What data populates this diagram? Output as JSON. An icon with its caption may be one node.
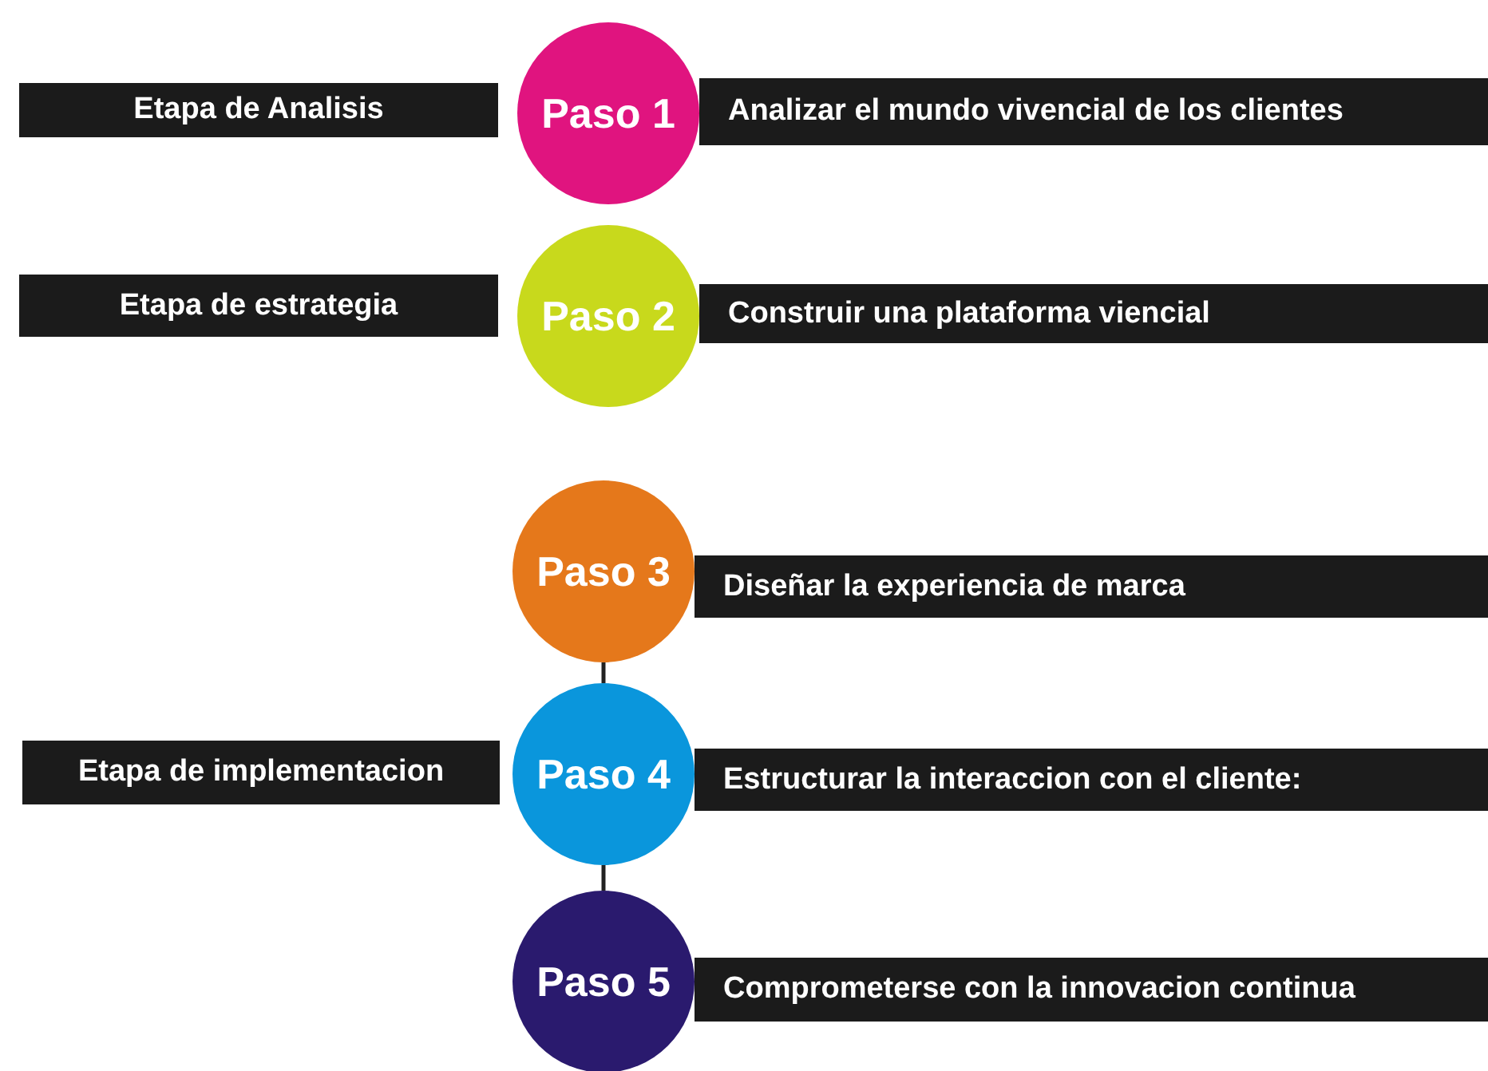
{
  "diagram": {
    "nodes": [
      {
        "text": [
          "Etapa de Analisis"
        ]
      },
      {
        "text": [
          "Paso 1"
        ]
      },
      {
        "text": [
          "Analizar el mundo vivencial de los clientes"
        ]
      },
      {
        "text": [
          "Etapa de estrategia"
        ]
      },
      {
        "text": [
          "Paso 2"
        ]
      },
      {
        "text": [
          "Construir una plataforma viencial"
        ]
      },
      {
        "text": [
          "Paso 3"
        ]
      },
      {
        "text": [
          "Diseñar la experiencia de marca"
        ]
      },
      {
        "text": [
          "Etapa de implementacion"
        ]
      },
      {
        "text": [
          "Paso 4"
        ]
      },
      {
        "text": [
          "Estructurar la interaccion con el cliente:"
        ]
      },
      {
        "text": [
          "Paso 5"
        ]
      },
      {
        "text": [
          "Comprometerse con la innovacion continua"
        ]
      }
    ],
    "edges": [
      {
        "from": 6,
        "to": 9,
        "arrow": "none"
      },
      {
        "from": 9,
        "to": 11,
        "arrow": "none"
      }
    ]
  }
}
